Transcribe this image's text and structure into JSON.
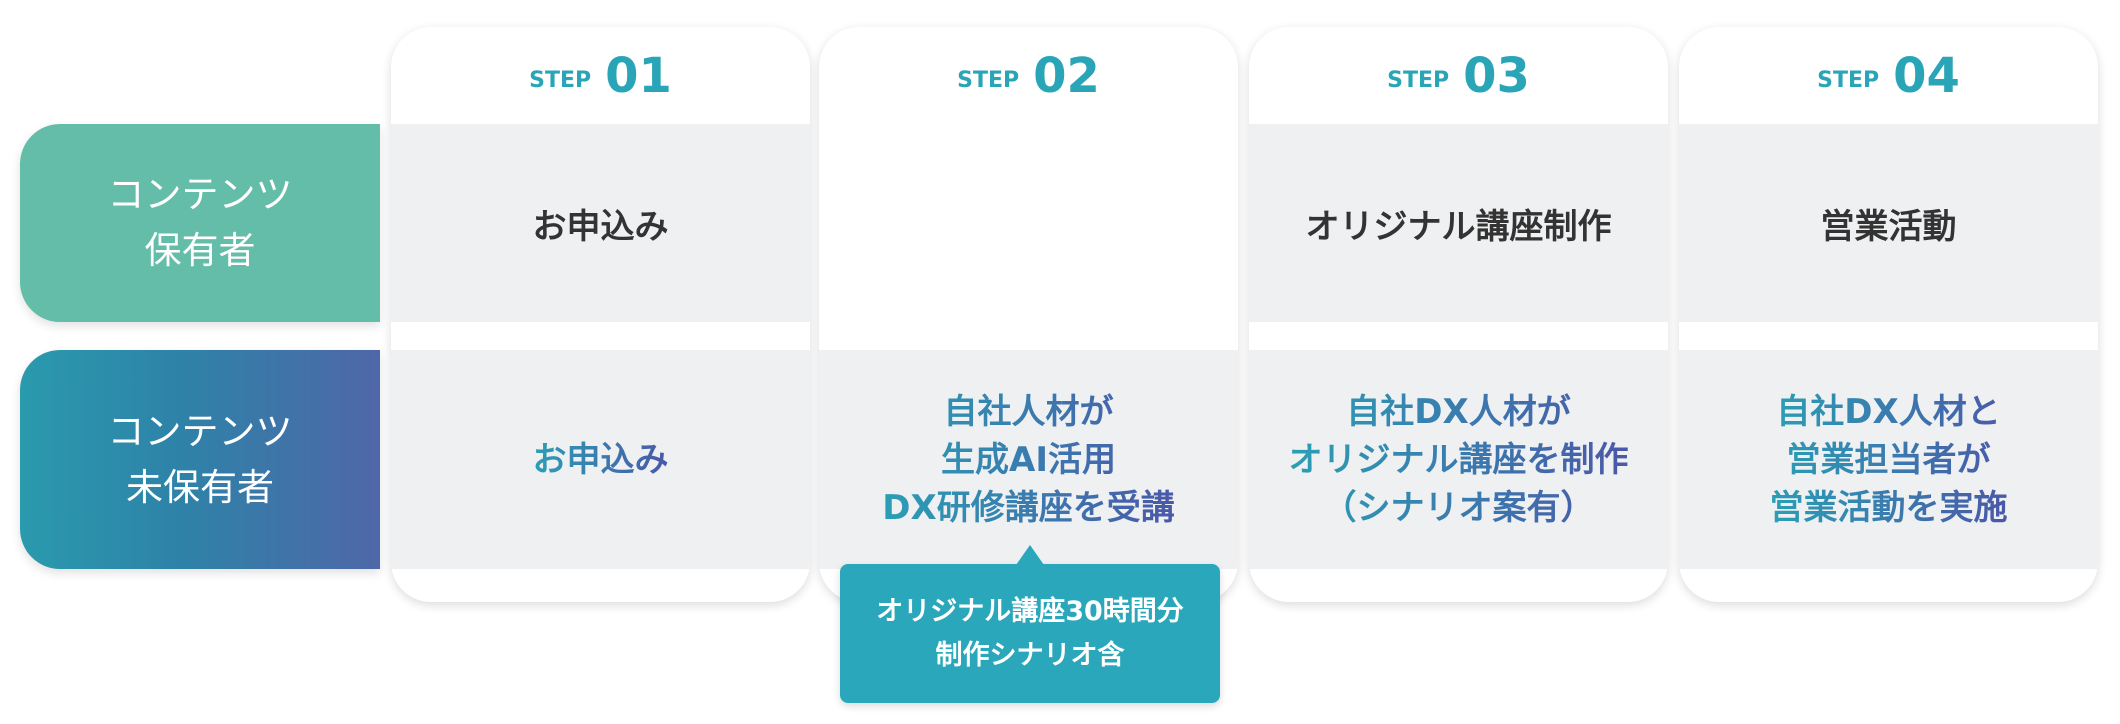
{
  "row_labels": [
    {
      "lines": [
        "コンテンツ",
        "保有者"
      ]
    },
    {
      "lines": [
        "コンテンツ",
        "未保有者"
      ]
    }
  ],
  "steps": [
    {
      "step": "STEP",
      "number": "01",
      "owner": "お申込み",
      "non_owner": [
        "お申込み"
      ]
    },
    {
      "step": "STEP",
      "number": "02",
      "owner": "",
      "non_owner": [
        "自社人材が",
        "生成AI活用",
        "DX研修講座を受講"
      ]
    },
    {
      "step": "STEP",
      "number": "03",
      "owner": "オリジナル講座制作",
      "non_owner": [
        "自社DX人材が",
        "オリジナル講座を制作",
        "（シナリオ案有）"
      ]
    },
    {
      "step": "STEP",
      "number": "04",
      "owner": "営業活動",
      "non_owner": [
        "自社DX人材と",
        "営業担当者が",
        "営業活動を実施"
      ]
    }
  ],
  "callout": {
    "lines": [
      "オリジナル講座30時間分",
      "制作シナリオ含"
    ]
  },
  "colors": {
    "owner_label": "#64bda8",
    "non_owner_start": "#2a9aad",
    "non_owner_end": "#4f67a8",
    "accent": "#2aa5b8",
    "cell": "#eef0f2"
  }
}
